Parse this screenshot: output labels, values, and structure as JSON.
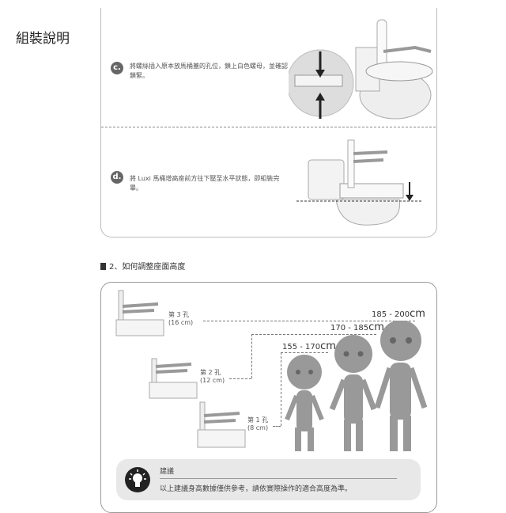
{
  "title": "組裝說明",
  "steps": [
    {
      "badge": "c.",
      "text": "將螺絲插入原本放馬桶蓋的孔位，鎖上白色螺母，並確認鎖緊。"
    },
    {
      "badge": "d.",
      "text": "將 Luxi 馬桶增高座前方往下壓至水平狀態，即組裝完畢。"
    }
  ],
  "section2": {
    "title": "2、如何調整座面高度"
  },
  "holes": [
    {
      "label": "第 3 孔",
      "height": "(16 cm)"
    },
    {
      "label": "第 2 孔",
      "height": "(12 cm)"
    },
    {
      "label": "第 1 孔",
      "height": "(8 cm)"
    }
  ],
  "ranges": [
    {
      "value": "185 - 200",
      "unit": "cm"
    },
    {
      "value": "170 - 185",
      "unit": "cm"
    },
    {
      "value": "155 - 170",
      "unit": "cm"
    }
  ],
  "tip": {
    "icon": "lightbulb-icon",
    "title": "建議",
    "text": "以上建議身高數據僅供參考，請依實際操作的適合高度為準。"
  }
}
